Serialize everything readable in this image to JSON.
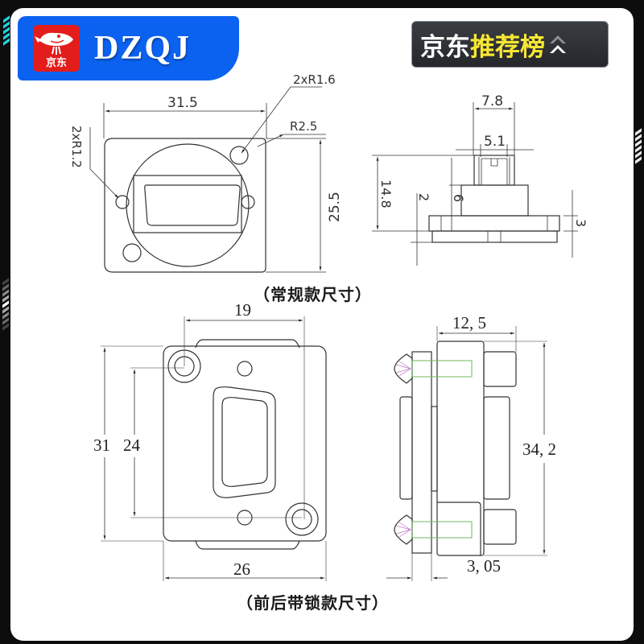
{
  "brand": {
    "logo_text": "京东",
    "name": "DZQJ",
    "banner_color": "#0b62f0",
    "logo_color": "#e31d1c"
  },
  "rank_badge": {
    "white_text": "京东",
    "yellow_text": "推荐榜",
    "icon": "double-chevron-up-icon",
    "yellow_color": "#f7e733"
  },
  "regular_model": {
    "caption": "（常规款尺寸）",
    "front_view": {
      "width_label": "31.5",
      "height_label": "25.5",
      "hole_small_label": "2xR1.2",
      "hole_large_label": "2xR1.6",
      "corner_radius_label": "R2.5"
    },
    "side_view": {
      "top_width_label": "7.8",
      "inner_width_label": "5.1",
      "total_height_label": "14.8",
      "flange_label": "2",
      "body_height_label": "6",
      "plate_thickness_label": "3"
    }
  },
  "locking_model": {
    "caption": "（前后带锁款尺寸）",
    "front_view": {
      "hole_spacing_label": "19",
      "height_label": "31",
      "hole_vertical_spacing_label": "24",
      "width_label": "26"
    },
    "side_view": {
      "depth_label": "12, 5",
      "height_label": "34, 2",
      "plate_thickness_label": "3, 05"
    }
  }
}
